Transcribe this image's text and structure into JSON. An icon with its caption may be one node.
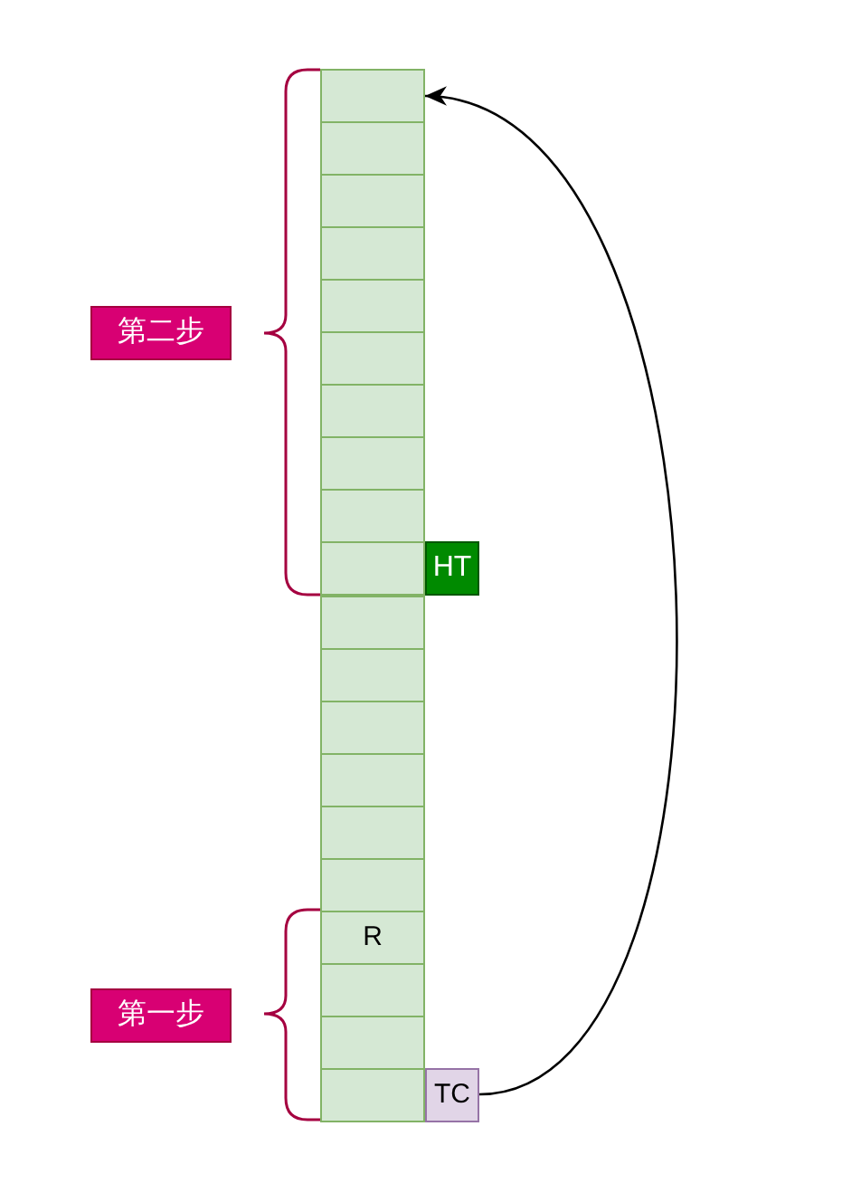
{
  "diagram": {
    "nodes": [
      {
        "text": [],
        "shape": "box"
      },
      {
        "text": [],
        "shape": "box"
      },
      {
        "text": [],
        "shape": "box"
      },
      {
        "text": [],
        "shape": "box"
      },
      {
        "text": [],
        "shape": "box"
      },
      {
        "text": [],
        "shape": "box"
      },
      {
        "text": [],
        "shape": "box"
      },
      {
        "text": [],
        "shape": "box"
      },
      {
        "text": [],
        "shape": "box"
      },
      {
        "text": [],
        "shape": "box"
      },
      {
        "text": [],
        "shape": "box"
      },
      {
        "text": [],
        "shape": "box"
      },
      {
        "text": [],
        "shape": "box"
      },
      {
        "text": [],
        "shape": "box"
      },
      {
        "text": [],
        "shape": "box"
      },
      {
        "text": [],
        "shape": "box"
      },
      {
        "text": [
          "R"
        ]
      },
      {
        "text": [],
        "shape": "box"
      },
      {
        "text": [],
        "shape": "box"
      },
      {
        "text": [],
        "shape": "box"
      },
      {
        "text": [
          "HT"
        ]
      },
      {
        "text": [
          "TC"
        ]
      },
      {
        "text": [
          "第二步"
        ]
      },
      {
        "text": [
          "第一步"
        ]
      }
    ],
    "edges": [
      {
        "from": 21,
        "to": 0,
        "arrow": "to"
      }
    ]
  }
}
